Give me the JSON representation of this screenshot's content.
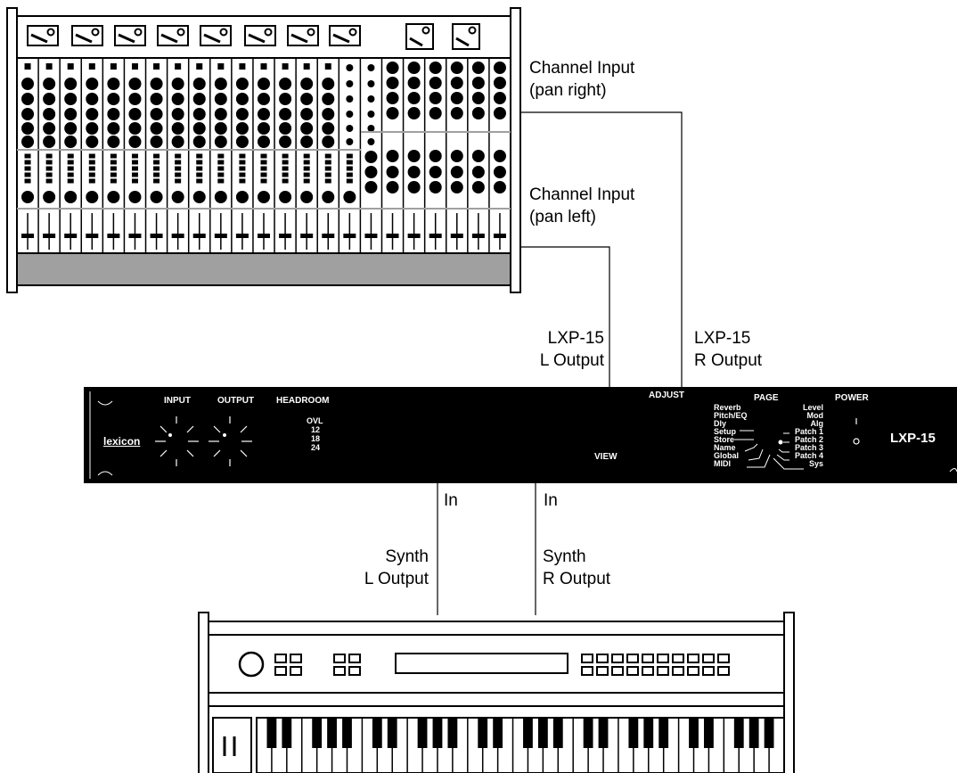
{
  "labels": {
    "channel_input_right": [
      "Channel Input",
      "(pan right)"
    ],
    "channel_input_left": [
      "Channel Input",
      "(pan left)"
    ],
    "lxp_l_output": [
      "LXP-15",
      "L Output"
    ],
    "lxp_r_output": [
      "LXP-15",
      "R Output"
    ],
    "in_left": "In",
    "in_right": "In",
    "synth_l_output": [
      "Synth",
      "L Output"
    ],
    "synth_r_output": [
      "Synth",
      "R Output"
    ]
  },
  "lxp15": {
    "brand": "lexicon",
    "model": "LXP-15",
    "input": "INPUT",
    "output": "OUTPUT",
    "headroom": "HEADROOM",
    "headroom_scale": [
      "OVL",
      "12",
      "18",
      "24"
    ],
    "adjust": "ADJUST",
    "view": "VIEW",
    "page": "PAGE",
    "power": "POWER",
    "page_left": [
      "Reverb",
      "Pitch/EQ",
      "Dly",
      "Setup",
      "Store",
      "Name",
      "Global",
      "MIDI"
    ],
    "page_right": [
      "Level",
      "Mod",
      "Alg",
      "Patch 1",
      "Patch 2",
      "Patch 3",
      "Patch 4",
      "Sys"
    ]
  },
  "colors": {
    "line": "#000000",
    "panel": "#000000",
    "shade": "#a0a0a0",
    "text_on_panel": "#ffffff"
  }
}
